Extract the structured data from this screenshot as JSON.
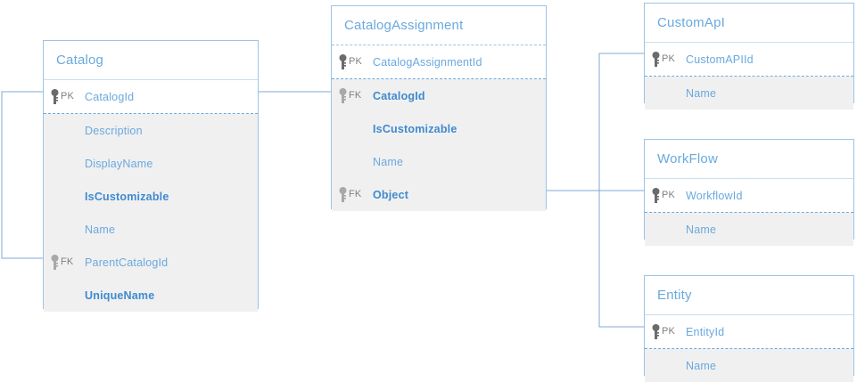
{
  "diagram": {
    "type": "entity-relationship-diagram",
    "colors": {
      "border": "#9dc3e6",
      "title_text": "#6aa9de",
      "field_text": "#6aa9de",
      "field_text_bold": "#3f8ad0",
      "key_tag": "#808080",
      "body_fill": "#f0f0f0",
      "pk_fill": "#ffffff",
      "connector": "#7fa9d4",
      "background": "#ffffff"
    },
    "entities": [
      {
        "id": "catalog",
        "title": "Catalog",
        "pk_fields": [
          {
            "key": "PK",
            "name": "CatalogId",
            "bold": false
          }
        ],
        "fields": [
          {
            "key": "",
            "name": "Description",
            "bold": false
          },
          {
            "key": "",
            "name": "DisplayName",
            "bold": false
          },
          {
            "key": "",
            "name": "IsCustomizable",
            "bold": true
          },
          {
            "key": "",
            "name": "Name",
            "bold": false
          },
          {
            "key": "FK",
            "name": "ParentCatalogId",
            "bold": false
          },
          {
            "key": "",
            "name": "UniqueName",
            "bold": true
          }
        ]
      },
      {
        "id": "catalogassignment",
        "title": "CatalogAssignment",
        "pk_fields": [
          {
            "key": "PK",
            "name": "CatalogAssignmentId",
            "bold": false
          }
        ],
        "fields": [
          {
            "key": "FK",
            "name": "CatalogId",
            "bold": true
          },
          {
            "key": "",
            "name": "IsCustomizable",
            "bold": true
          },
          {
            "key": "",
            "name": "Name",
            "bold": false
          },
          {
            "key": "FK",
            "name": "Object",
            "bold": true
          }
        ]
      },
      {
        "id": "customapi",
        "title": "CustomApI",
        "pk_fields": [
          {
            "key": "PK",
            "name": "CustomAPIId",
            "bold": false
          }
        ],
        "fields": [
          {
            "key": "",
            "name": "Name",
            "bold": false
          }
        ]
      },
      {
        "id": "workflow",
        "title": "WorkFlow",
        "pk_fields": [
          {
            "key": "PK",
            "name": "WorkflowId",
            "bold": false
          }
        ],
        "fields": [
          {
            "key": "",
            "name": "Name",
            "bold": false
          }
        ]
      },
      {
        "id": "entity",
        "title": "Entity",
        "pk_fields": [
          {
            "key": "PK",
            "name": "EntityId",
            "bold": false
          }
        ],
        "fields": [
          {
            "key": "",
            "name": "Name",
            "bold": false
          }
        ]
      }
    ],
    "relationships": [
      {
        "from": "Catalog.CatalogId",
        "to": "Catalog.ParentCatalogId",
        "style": "self-reference"
      },
      {
        "from": "Catalog.CatalogId",
        "to": "CatalogAssignment.CatalogId",
        "style": "straight"
      },
      {
        "from": "CatalogAssignment.Object",
        "to": "CustomApI.CustomAPIId",
        "style": "elbow"
      },
      {
        "from": "CatalogAssignment.Object",
        "to": "WorkFlow.WorkflowId",
        "style": "straight"
      },
      {
        "from": "CatalogAssignment.Object",
        "to": "Entity.EntityId",
        "style": "elbow"
      }
    ]
  }
}
